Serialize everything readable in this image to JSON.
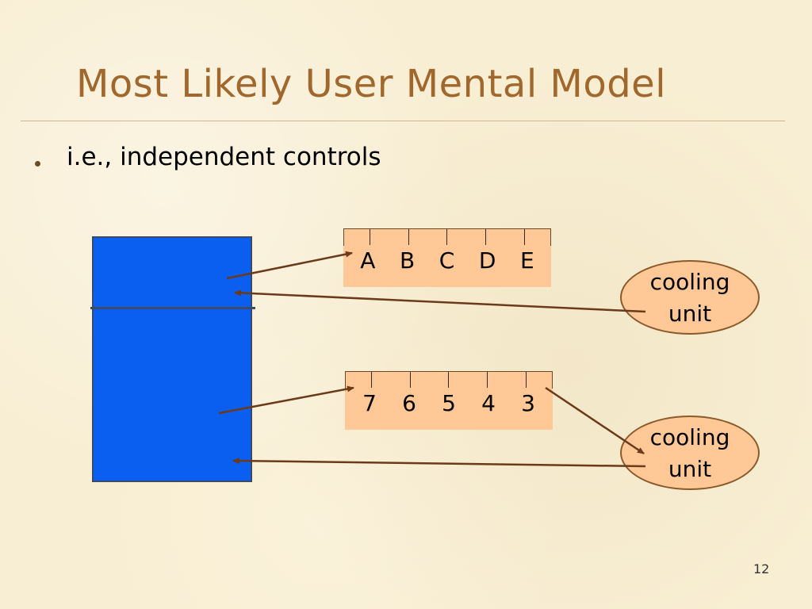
{
  "slide": {
    "title": "Most Likely User Mental Model",
    "bullet": "i.e., independent controls",
    "page_number": "12"
  },
  "top_dial": {
    "labels": [
      "A",
      "B",
      "C",
      "D",
      "E"
    ]
  },
  "bottom_dial": {
    "labels": [
      "7",
      "6",
      "5",
      "4",
      "3"
    ]
  },
  "cooling_units": [
    {
      "line1": "cooling",
      "line2": "unit"
    },
    {
      "line1": "cooling",
      "line2": "unit"
    }
  ],
  "colors": {
    "background": "#f8eed3",
    "title": "#a0682c",
    "fridge": "#0b5ff0",
    "dial_fill": "#ffc896",
    "arrow": "#6b3a1a"
  }
}
